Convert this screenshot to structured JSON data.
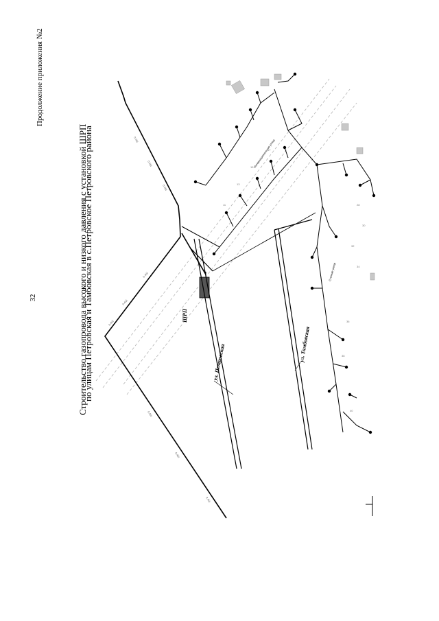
{
  "page": {
    "number": "32",
    "appendix_label": "Продолжение приложения №2"
  },
  "title": {
    "line1": "Строительство газопровода высокого и низкого давления с установкой ШРП",
    "line2": "по улицам Петровская и Тамбовская в с.Петровское Петровского района"
  },
  "map": {
    "label_shrp": "ШРП",
    "street_petrovskaya": "ул. Петровская",
    "street_tambovskaya": "ул. Тамбовская",
    "street_upper": "Интернациональная улица",
    "street_lower": "Степная улица",
    "colors": {
      "line": "#000000",
      "faint": "#bfbfbf",
      "shrp_fill": "#555555"
    }
  }
}
